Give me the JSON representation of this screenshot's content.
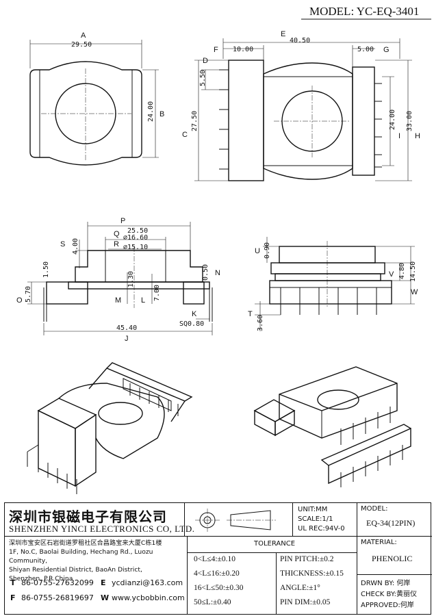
{
  "header": {
    "model_label": "MODEL: YC-EQ-3401"
  },
  "views": {
    "top": {
      "letters": {
        "A": "A",
        "B": "B"
      },
      "dims": {
        "width": "29.50",
        "height": "24.00"
      }
    },
    "side": {
      "letters": {
        "E": "E",
        "F": "F",
        "G": "G",
        "D": "D",
        "C": "C",
        "I": "I",
        "H": "H"
      },
      "dims": {
        "E": "40.50",
        "F": "10.00",
        "G": "5.00",
        "D": "5.50",
        "C": "27.50",
        "I": "24.00",
        "H": "33.00"
      }
    },
    "front": {
      "letters": {
        "P": "P",
        "Q": "Q",
        "R": "R",
        "S": "S",
        "O": "O",
        "M": "M",
        "L": "L",
        "N": "N",
        "K": "K",
        "J": "J"
      },
      "dims": {
        "P": "25.50",
        "Q": "⌀16.60",
        "R": "⌀15.10",
        "S": "4.00",
        "O": "5.70",
        "O2": "1.50",
        "M": "1.30",
        "L": "7.00",
        "N": "0.50",
        "K": "SQ0.80",
        "J": "45.40"
      }
    },
    "end": {
      "letters": {
        "U": "U",
        "V": "V",
        "W": "W",
        "T": "T"
      },
      "dims": {
        "U": "0.90",
        "V": "4.80",
        "W": "14.50",
        "T": "3.60"
      }
    }
  },
  "title_block": {
    "company_cn": "深圳市银磁电子有限公司",
    "company_en": "SHENZHEN YINCI ELECTRONICS CO, LTD.",
    "address_cn": "深圳市宝安区石岩街道罗租社区合昌路宝来大厦C栋1楼",
    "address_en_1": "1F, No.C, Baolai Building, Hechang Rd., Luozu Community,",
    "address_en_2": "Shiyan Residential District, BaoAn District,",
    "address_en_3": "Shenzhen, P.R.China",
    "tel_key": "T",
    "tel": "86-0755-27632099",
    "fax_key": "F",
    "fax": "86-0755-26819697",
    "email_key": "E",
    "email": "ycdianzi@163.com",
    "web_key": "W",
    "web": "www.ycbobbin.com",
    "unit": "UNIT:MM",
    "scale": "SCALE:1/1",
    "ul": "UL REC:94V-0",
    "tolerance_title": "TOLERANCE",
    "tol_rows": [
      "0<L≤4:±0.10",
      "4<L≤16:±0.20",
      "16<L≤50:±0.30",
      "50≤L:±0.40"
    ],
    "tol_right": [
      "PIN PITCH:±0.2",
      "THICKNESS:±0.15",
      "ANGLE:±1°",
      "PIN DIM:±0.05"
    ],
    "model_title": "MODEL:",
    "model_value": "EQ-34(12PIN)",
    "material_title": "MATERIAL:",
    "material_value": "PHENOLIC",
    "drawn": "DRWN BY: 何岸",
    "check": "CHECK BY:黄丽仪",
    "approved": "APPROVED:何岸"
  }
}
